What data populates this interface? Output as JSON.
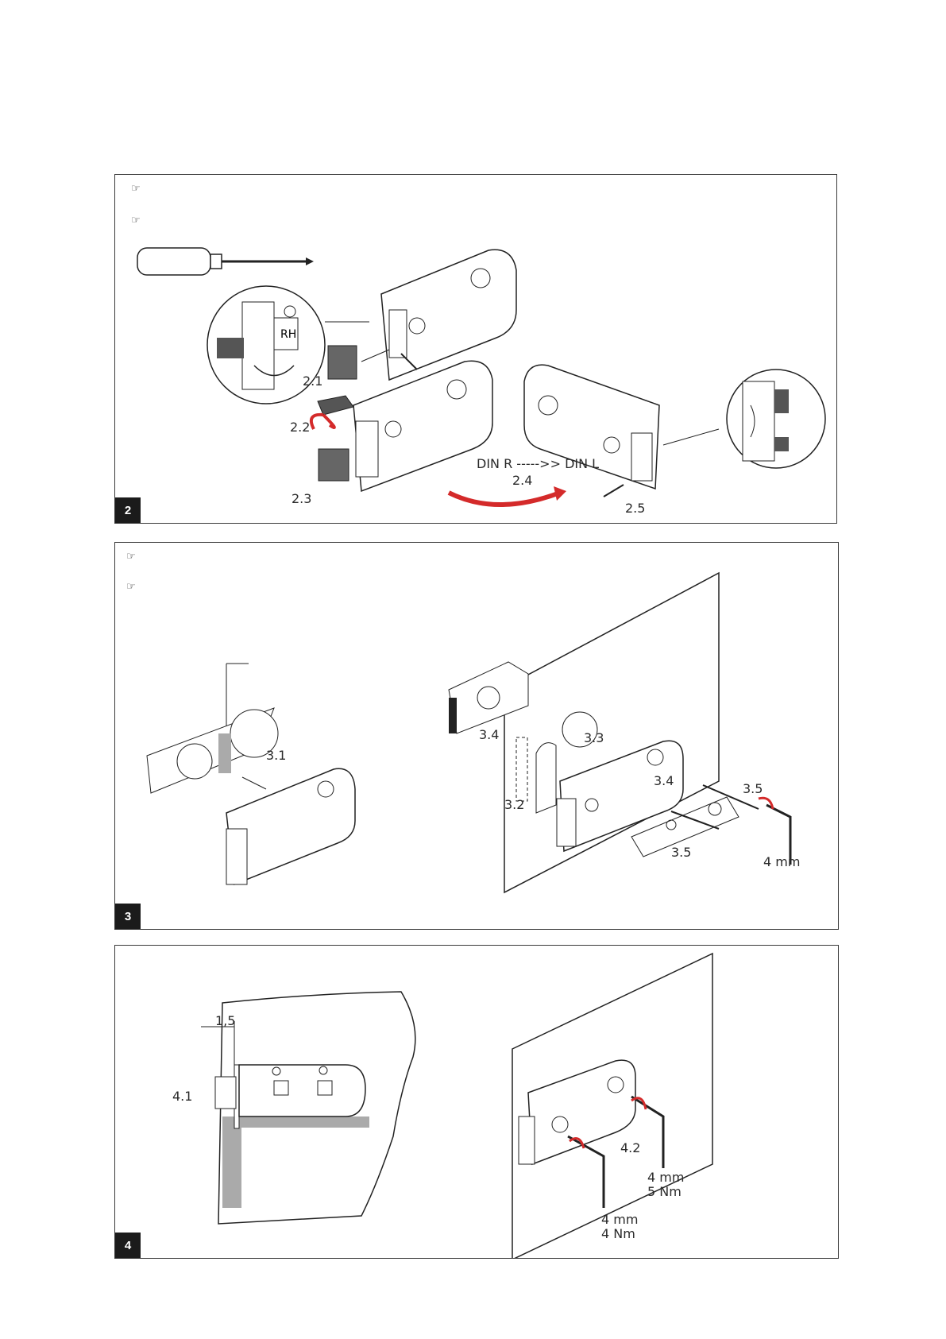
{
  "panels": [
    {
      "number": "2",
      "hints": [
        "☞",
        "☞"
      ],
      "labels": {
        "step_2_1": "2.1",
        "step_2_2": "2.2",
        "step_2_3": "2.3",
        "step_2_4": "2.4",
        "step_2_5": "2.5",
        "din_change": "DIN R ----->> DIN L"
      }
    },
    {
      "number": "3",
      "hints": [
        "☞",
        "☞"
      ],
      "labels": {
        "step_3_1": "3.1",
        "step_3_2": "3.2",
        "step_3_3": "3.3",
        "step_3_4a": "3.4",
        "step_3_4b": "3.4",
        "step_3_5a": "3.5",
        "step_3_5b": "3.5",
        "tool_size": "4 mm"
      }
    },
    {
      "number": "4",
      "labels": {
        "gap": "1,5",
        "step_4_1": "4.1",
        "step_4_2": "4.2",
        "tool_a_size": "4 mm",
        "tool_a_torque": "5 Nm",
        "tool_b_size": "4 mm",
        "tool_b_torque": "4 Nm"
      }
    }
  ],
  "colors": {
    "accent_arrow": "#d42a2a",
    "frame": "#3a3a3a",
    "badge_bg": "#1b1b1b"
  },
  "icons": [
    "pointing-hand-icon",
    "screwdriver-icon",
    "hex-key-icon",
    "rotate-arrow-icon"
  ]
}
